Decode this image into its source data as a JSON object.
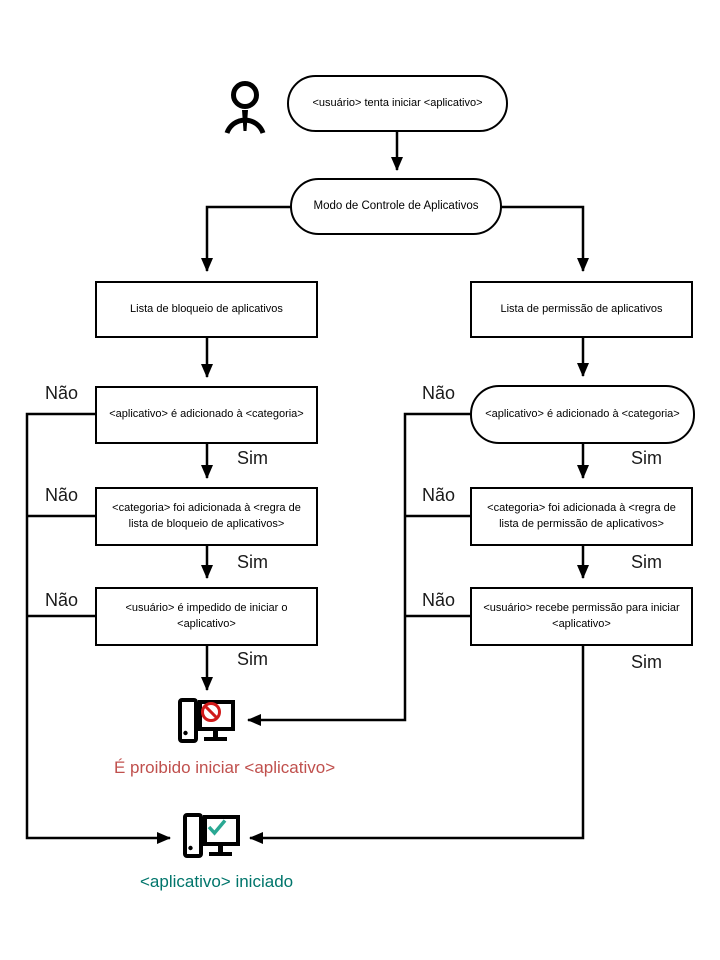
{
  "labels": {
    "yes": "Sim",
    "no": "Não"
  },
  "nodes": {
    "start": "<usuário> tenta iniciar <aplicativo>",
    "mode": "Modo de Controle de Aplicativos",
    "left_list": "Lista de bloqueio de aplicativos",
    "left_step1": "<aplicativo> é adicionado à <categoria>",
    "left_step2": "<categoria> foi adicionada à <regra de lista de bloqueio de aplicativos>",
    "left_step3": "<usuário> é impedido  de iniciar o <aplicativo>",
    "right_list": "Lista de permissão de aplicativos",
    "right_step1": "<aplicativo> é adicionado à <categoria>",
    "right_step2": "<categoria> foi adicionada à <regra de lista de permissão de aplicativos>",
    "right_step3": "<usuário> recebe permissão para iniciar <aplicativo>",
    "blocked_result": "É proibido iniciar <aplicativo>",
    "allowed_result": "<aplicativo> iniciado"
  },
  "icons": {
    "actor": "person-icon",
    "blocked": "computer-blocked-icon",
    "allowed": "computer-allowed-icon"
  },
  "colors": {
    "line": "#000000",
    "denied_text": "#c0504d",
    "allowed_text": "#00756b",
    "prohibit_sign": "#d01a1a",
    "check_mark": "#2aa893"
  }
}
